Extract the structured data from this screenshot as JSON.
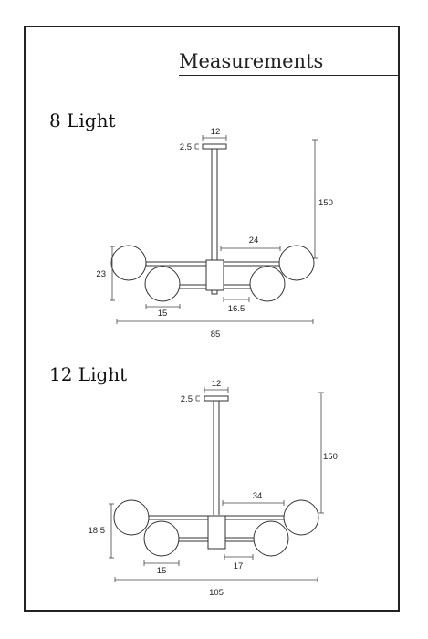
{
  "page": {
    "heading": "Measurements"
  },
  "variants": [
    {
      "title": "8 Light",
      "dims": {
        "canopy_width": "12",
        "canopy_height": "2.5",
        "drop": "150",
        "arm_span": "24",
        "height": "23",
        "globe": "15",
        "inner": "16.5",
        "width": "85"
      }
    },
    {
      "title": "12 Light",
      "dims": {
        "canopy_width": "12",
        "canopy_height": "2.5",
        "drop": "150",
        "arm_span": "34",
        "height": "18.5",
        "globe": "15",
        "inner": "17",
        "width": "105"
      }
    }
  ]
}
